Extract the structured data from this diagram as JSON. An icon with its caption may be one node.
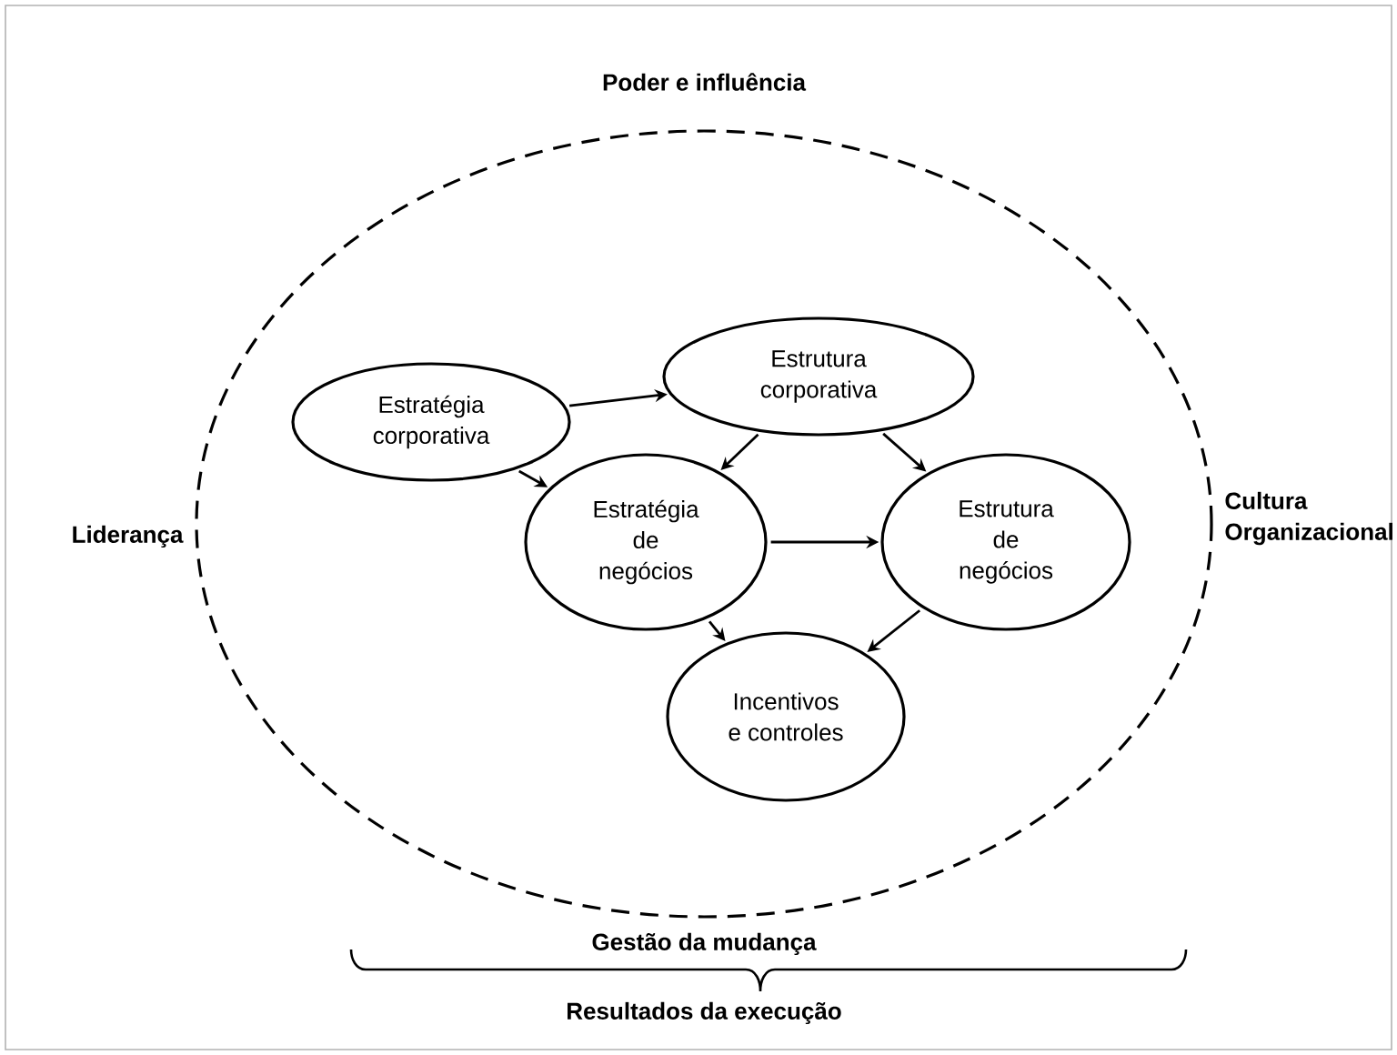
{
  "diagram": {
    "nodes": [
      {
        "text": [],
        "shape": "circle"
      },
      {
        "text": [
          "Estratégia corporativa"
        ],
        "in": 0
      },
      {
        "text": [
          "Estrutura corporativa"
        ],
        "in": 0
      },
      {
        "text": [
          "Estratégia de negócios"
        ],
        "in": 0
      },
      {
        "text": [
          "Estrutura de negócios"
        ],
        "in": 0
      },
      {
        "text": [
          "Incentivos e controles"
        ],
        "in": 0
      }
    ],
    "edges": [
      {
        "from": 1,
        "to": 2,
        "arrow": "to"
      },
      {
        "from": 1,
        "to": 3,
        "arrow": "to"
      },
      {
        "from": 2,
        "to": 3,
        "arrow": "to"
      },
      {
        "from": 2,
        "to": 4,
        "arrow": "to"
      },
      {
        "from": 3,
        "to": 4,
        "arrow": "to"
      },
      {
        "from": 3,
        "to": 5,
        "arrow": "to"
      },
      {
        "from": 4,
        "to": 5,
        "arrow": "to"
      }
    ],
    "labels": [
      "Poder e influência",
      "Liderança",
      "Cultura Organizacional",
      "Gestão da mudança",
      "Resultados da execução"
    ]
  }
}
